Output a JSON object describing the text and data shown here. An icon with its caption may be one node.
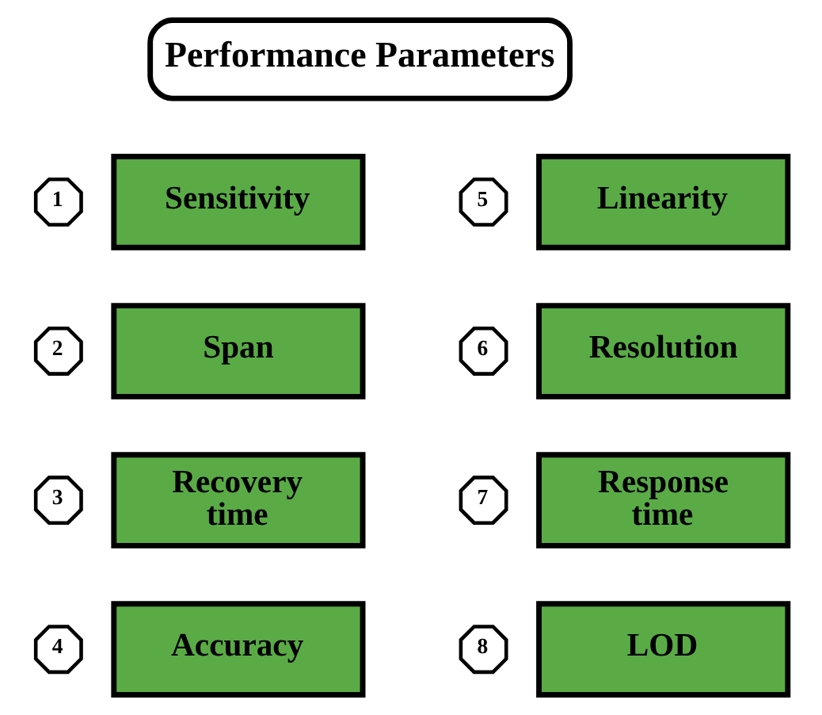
{
  "diagram": {
    "nodes": [
      {
        "text": [
          "Performance Parameters"
        ]
      },
      {
        "text": [
          "1"
        ]
      },
      {
        "text": [
          "Sensitivity"
        ]
      },
      {
        "text": [
          "5"
        ]
      },
      {
        "text": [
          "Linearity"
        ]
      },
      {
        "text": [
          "2"
        ]
      },
      {
        "text": [
          "Span"
        ]
      },
      {
        "text": [
          "6"
        ]
      },
      {
        "text": [
          "Resolution"
        ]
      },
      {
        "text": [
          "3"
        ]
      },
      {
        "text": [
          "Recovery time"
        ]
      },
      {
        "text": [
          "7"
        ]
      },
      {
        "text": [
          "Response time"
        ]
      },
      {
        "text": [
          "4"
        ]
      },
      {
        "text": [
          "Accuracy"
        ]
      },
      {
        "text": [
          "8"
        ]
      },
      {
        "text": [
          "LOD"
        ]
      }
    ],
    "edges": []
  }
}
